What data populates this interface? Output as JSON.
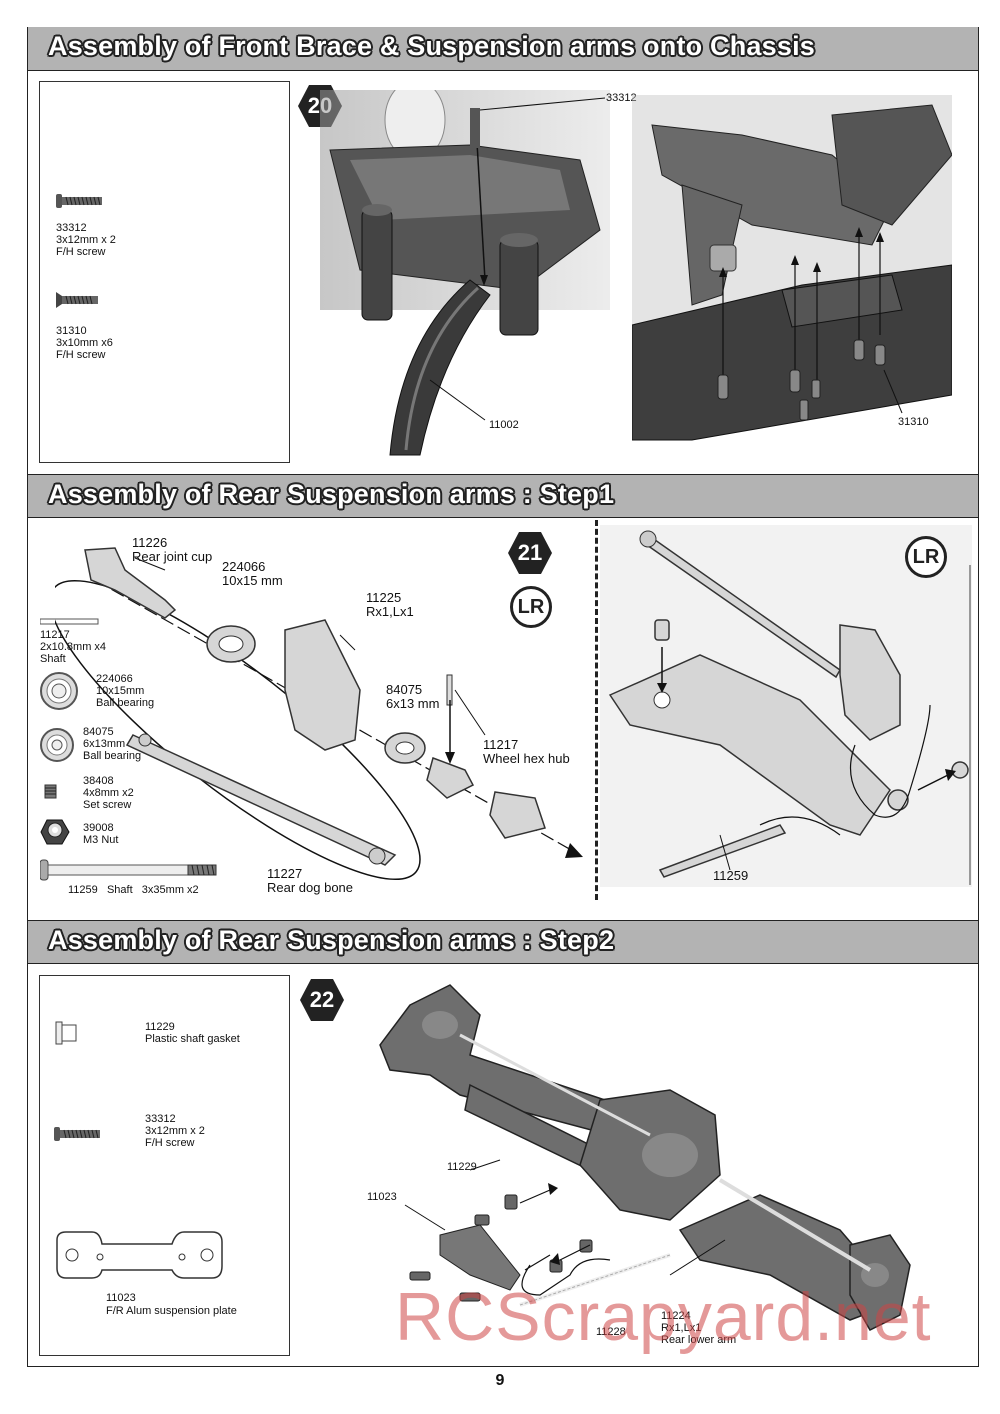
{
  "sections": [
    {
      "title": "Assembly of Front Brace & Suspension arms onto Chassis"
    },
    {
      "title": "Assembly of Rear Suspension arms : Step1"
    },
    {
      "title": "Assembly of Rear Suspension arms : Step2"
    }
  ],
  "step20": {
    "number": "20",
    "parts": [
      {
        "code": "33312",
        "desc": "3x12mm x 2\nF/H screw"
      },
      {
        "code": "31310",
        "desc": "3x10mm x6\nF/H screw"
      }
    ],
    "callouts": {
      "a": "33312",
      "b": "11002",
      "c": "31310"
    }
  },
  "step21": {
    "number": "21",
    "lr_left": "L",
    "lr_right": "R",
    "parts": [
      {
        "code": "11217",
        "desc": "2x10.8mm x4\nShaft"
      },
      {
        "code": "224066",
        "desc": "10x15mm\nBall bearing"
      },
      {
        "code": "84075",
        "desc": "6x13mm\nBall bearing"
      },
      {
        "code": "38408",
        "desc": "4x8mm x2\nSet screw"
      },
      {
        "code": "39008",
        "desc": "M3 Nut"
      },
      {
        "code": "11259",
        "desc": "Shaft   3x35mm x2"
      }
    ],
    "callouts": {
      "rear_joint_cup": "11226\nRear joint cup",
      "bearing_large": "224066\n10x15 mm",
      "hub_carrier": "11225\nRx1,Lx1",
      "bearing_small": "84075\n6x13 mm",
      "wheel_hex_hub": "11217\nWheel hex hub",
      "dog_bone": "11227\nRear dog bone",
      "shaft": "11259"
    }
  },
  "step22": {
    "number": "22",
    "parts": [
      {
        "code": "11229",
        "desc": "Plastic shaft gasket"
      },
      {
        "code": "33312",
        "desc": "3x12mm x 2\nF/H screw"
      },
      {
        "code": "11023",
        "desc": "F/R Alum suspension plate"
      }
    ],
    "callouts": {
      "gasket": "11229",
      "plate": "11023",
      "pin": "11228",
      "lower_arm": "11224\nRx1,Lx1\nRear lower arm"
    }
  },
  "page_number": "9",
  "watermark": "RCScrapyard.net"
}
